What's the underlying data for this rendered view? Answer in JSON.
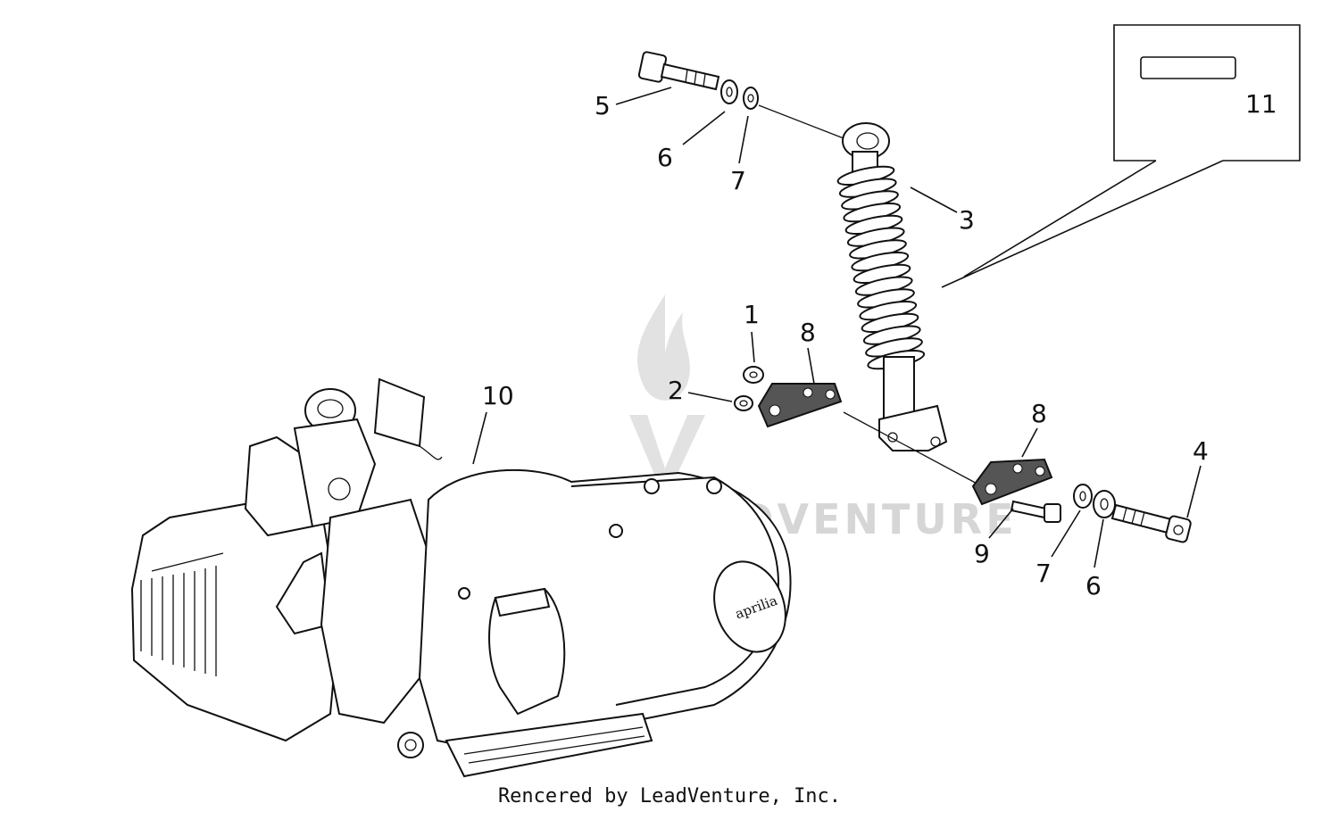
{
  "callouts": {
    "c1": "1",
    "c2": "2",
    "c3": "3",
    "c4": "4",
    "c5": "5",
    "c6a": "6",
    "c6b": "6",
    "c7a": "7",
    "c7b": "7",
    "c8a": "8",
    "c8b": "8",
    "c9": "9",
    "c10": "10",
    "c11": "11"
  },
  "engine_brand": "aprilia",
  "watermark": "LEADVENTURE",
  "footer": "Rencered by LeadVenture, Inc.",
  "icons": {
    "watermark_logo": "flame-v-logo-icon"
  },
  "colors": {
    "line": "#111111",
    "watermark": "#d6d6d6",
    "background": "#ffffff"
  }
}
